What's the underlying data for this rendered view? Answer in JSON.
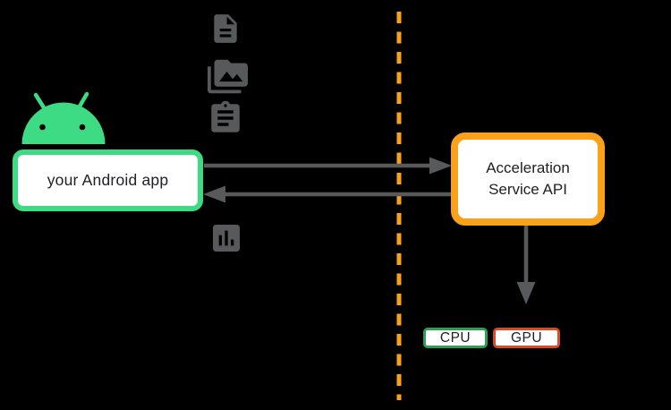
{
  "colors": {
    "background": "#000000",
    "android_green": "#3ddc84",
    "service_orange": "#f9a11b",
    "cpu_green": "#2e9e50",
    "gpu_red": "#d74b27",
    "gray": "#58595b",
    "text_dark": "#202124"
  },
  "app_box": {
    "label": "your Android app"
  },
  "service_box": {
    "label_line1": "Acceleration",
    "label_line2": "Service API"
  },
  "chips": {
    "cpu_label": "CPU",
    "gpu_label": "GPU"
  },
  "icons": {
    "mascot": "android-robot",
    "data_item_1": "document-file",
    "data_item_2": "media-library",
    "data_item_3": "clipboard-task",
    "data_item_4": "bar-chart"
  },
  "flows": [
    {
      "from": "your Android app",
      "to": "Acceleration Service API",
      "direction": "right"
    },
    {
      "from": "Acceleration Service API",
      "to": "your Android app",
      "direction": "left"
    },
    {
      "from": "Acceleration Service API",
      "to": "CPU / GPU",
      "direction": "down"
    }
  ]
}
